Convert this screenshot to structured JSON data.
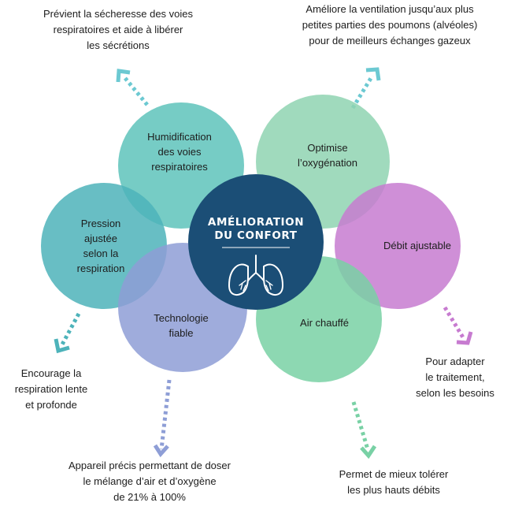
{
  "center": {
    "title_line1": "AMÉLIORATION",
    "title_line2": "DU CONFORT",
    "icon": "lungs-icon"
  },
  "circles": {
    "humidification": {
      "line1": "Humidification",
      "line2": "des voies",
      "line3": "respiratoires",
      "color": "#5ec3bb"
    },
    "oxygenation": {
      "line1": "Optimise",
      "line2": "l’oxygénation",
      "color": "#8fd3b2"
    },
    "debit": {
      "line1": "Débit ajustable",
      "color": "#c77bd0"
    },
    "air": {
      "line1": "Air chauffé",
      "color": "#79d1a5"
    },
    "technologie": {
      "line1": "Technologie",
      "line2": "fiable",
      "color": "#8e9ed6"
    },
    "pression": {
      "line1": "Pression",
      "line2": "ajustée",
      "line3": "selon la",
      "line4": "respiration",
      "color": "#4db3ba"
    }
  },
  "notes": {
    "top_left": {
      "line1": "Prévient la sécheresse des voies",
      "line2": "respiratoires et aide à libérer",
      "line3": "les sécrétions"
    },
    "top_right": {
      "line1": "Améliore la ventilation jusqu’aux plus",
      "line2": "petites parties des poumons (alvéoles)",
      "line3": "pour de meilleurs échanges gazeux"
    },
    "left": {
      "line1": "Encourage la",
      "line2": "respiration lente",
      "line3": "et profonde"
    },
    "right": {
      "line1": "Pour adapter",
      "line2": "le traitement,",
      "line3": "selon les besoins"
    },
    "bottom_left": {
      "line1": "Appareil précis permettant de doser",
      "line2": "le mélange d’air et d’oxygène",
      "line3": "de 21% à 100%"
    },
    "bottom_right": {
      "line1": "Permet de mieux tolérer",
      "line2": "les plus hauts débits"
    }
  },
  "center_color": "#1b4e76"
}
